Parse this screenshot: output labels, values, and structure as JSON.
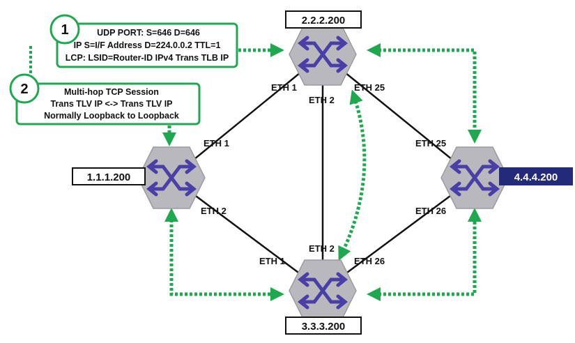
{
  "colors": {
    "link": "#111111",
    "session": "#1fa84f",
    "router_fill": "#b9b9bd",
    "router_arrows": "#4a3fa6",
    "highlight_box": "#232a7a"
  },
  "icons": {
    "router": "router-crossed-arrows-icon"
  },
  "routers": {
    "r1": {
      "label": "1.1.1.200"
    },
    "r2": {
      "label": "2.2.2.200"
    },
    "r3": {
      "label": "3.3.3.200"
    },
    "r4": {
      "label": "4.4.4.200",
      "highlighted": true
    }
  },
  "links": [
    {
      "from": "r1",
      "to": "r2",
      "from_label": "ETH 1",
      "to_label": "ETH 1"
    },
    {
      "from": "r1",
      "to": "r3",
      "from_label": "ETH 2",
      "to_label": "ETH 1"
    },
    {
      "from": "r2",
      "to": "r3",
      "from_label": "ETH 2",
      "to_label": "ETH 2"
    },
    {
      "from": "r2",
      "to": "r4",
      "from_label": "ETH 25",
      "to_label": "ETH 25"
    },
    {
      "from": "r3",
      "to": "r4",
      "from_label": "ETH 26",
      "to_label": "ETH 26"
    }
  ],
  "notes": {
    "udp": {
      "number": "1",
      "lines": [
        "UDP PORT: S=646 D=646",
        "IP S=I/F Address D=224.0.0.2 TTL=1",
        "LCP: LSID=Router-ID IPv4 Trans TLB IP"
      ]
    },
    "tcp": {
      "number": "2",
      "lines": [
        "Multi-hop TCP Session",
        "Trans TLV IP <-> Trans TLV IP",
        "Normally Loopback to Loopback"
      ]
    }
  }
}
